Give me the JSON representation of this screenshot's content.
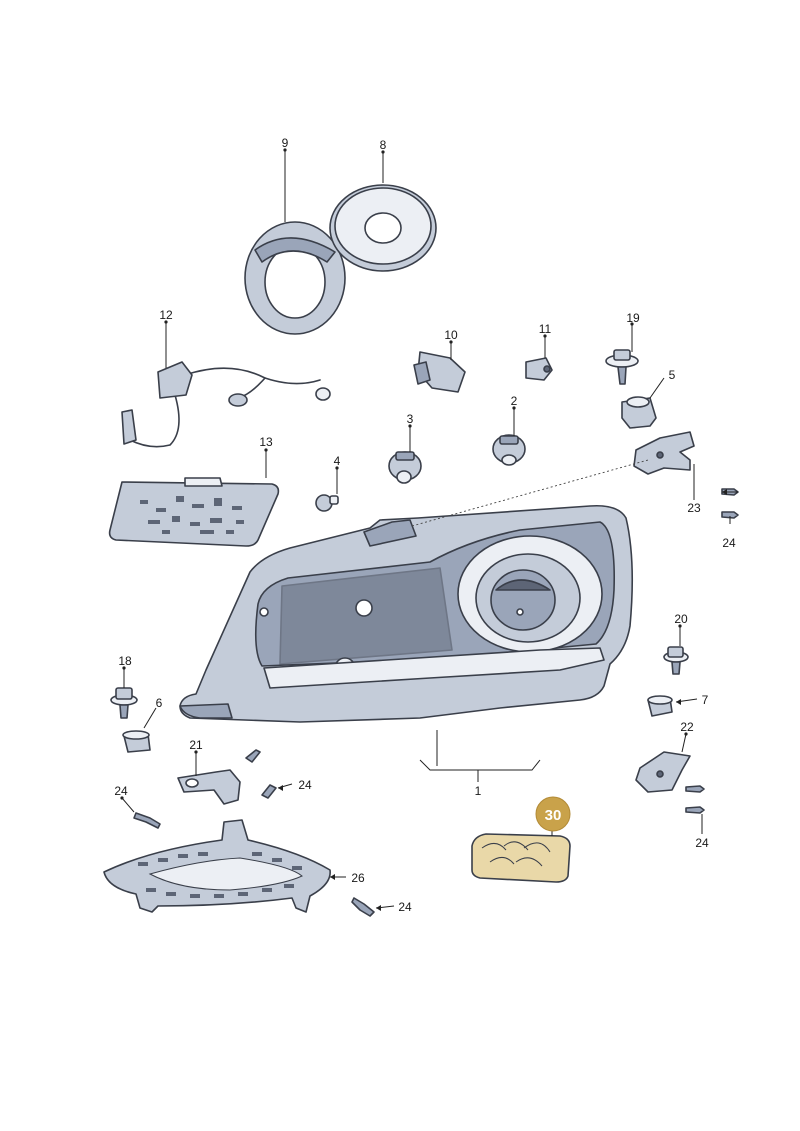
{
  "callouts": {
    "c1": "1",
    "c2": "2",
    "c3": "3",
    "c4": "4",
    "c5": "5",
    "c6": "6",
    "c7": "7",
    "c8": "8",
    "c9": "9",
    "c10": "10",
    "c11": "11",
    "c12": "12",
    "c13": "13",
    "c18": "18",
    "c19": "19",
    "c20": "20",
    "c21": "21",
    "c22": "22",
    "c23": "23",
    "c24a": "24",
    "c24b": "24",
    "c24c": "24",
    "c24d": "24",
    "c24e": "24",
    "c26": "26"
  },
  "badge": {
    "label": "30",
    "color": "#c9a24a"
  },
  "colors": {
    "part_fill": "#c4ccd9",
    "outline": "#3a3f4a",
    "kit_fill": "#f3e6c4"
  }
}
